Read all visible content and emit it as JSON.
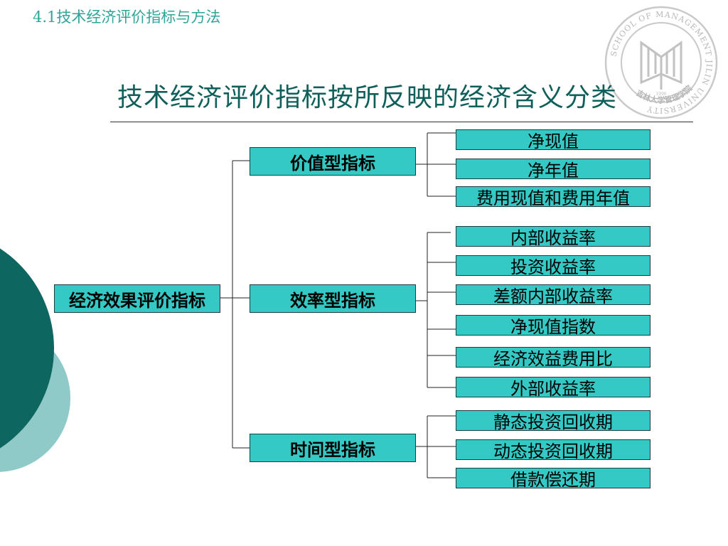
{
  "header": {
    "section_label": "4.1技术经济评价指标与方法"
  },
  "slide": {
    "title": "技术经济评价指标按所反映的经济含义分类"
  },
  "logo": {
    "ring_text": "SCHOOL OF MANAGEMENT JILIN UNIVERSITY",
    "inner_text": "吉林大学管理学院",
    "year_text": "1996"
  },
  "tree": {
    "root": "经济效果评价指标",
    "categories": [
      {
        "label": "价值型指标",
        "items": [
          "净现值",
          "净年值",
          "费用现值和费用年值"
        ]
      },
      {
        "label": "效率型指标",
        "items": [
          "内部收益率",
          "投资收益率",
          "差额内部收益率",
          "净现值指数",
          "经济效益费用比",
          "外部收益率"
        ]
      },
      {
        "label": "时间型指标",
        "items": [
          "静态投资回收期",
          "动态投资回收期",
          "借款偿还期"
        ]
      }
    ]
  },
  "colors": {
    "box_fill": "#35c9c5",
    "title_color": "#0f5f5a",
    "header_color": "#2fa59a",
    "circle_dark": "#0e6660",
    "circle_light": "#8fcac8"
  }
}
